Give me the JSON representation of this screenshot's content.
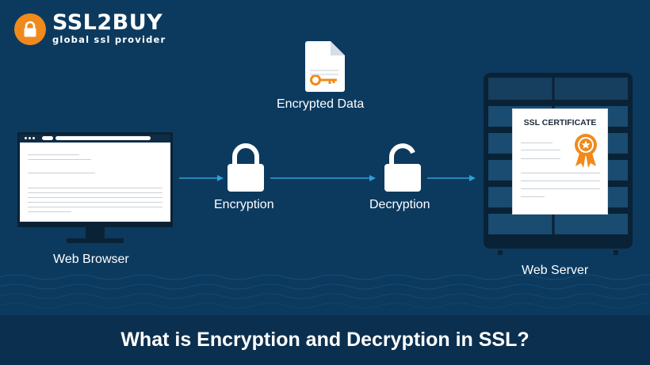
{
  "brand": {
    "name": "SSL2BUY",
    "tagline": "global ssl provider"
  },
  "labels": {
    "encrypted_data": "Encrypted Data",
    "encryption": "Encryption",
    "decryption": "Decryption",
    "web_browser": "Web Browser",
    "web_server": "Web Server",
    "certificate": "SSL CERTIFICATE"
  },
  "footer": {
    "title": "What is Encryption and Decryption in SSL?"
  },
  "colors": {
    "background": "#0c3a5f",
    "footer": "#0b2f4e",
    "accent": "#f08a1c",
    "line": "#2f9fd8"
  },
  "icons": [
    "lock-icon",
    "document-key-icon",
    "padlock-locked-icon",
    "padlock-unlocked-icon",
    "monitor-icon",
    "server-rack-icon",
    "ribbon-badge-icon"
  ]
}
